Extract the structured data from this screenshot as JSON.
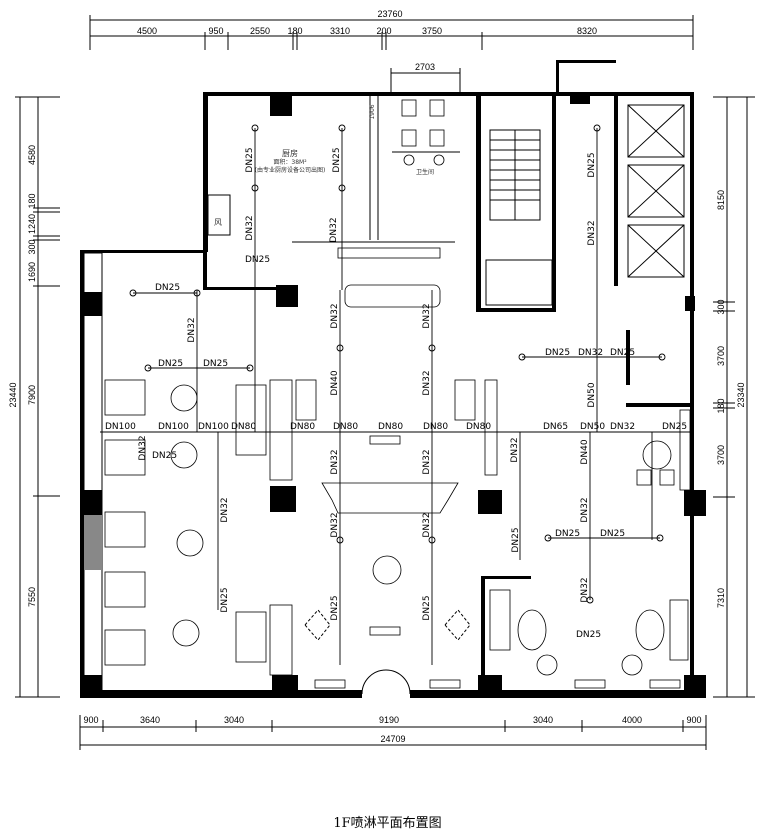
{
  "drawing": {
    "title": "1F喷淋平面布置图",
    "rooms": {
      "kitchen": "厨房",
      "kitchen_area": "面积：38M²",
      "kitchen_note": "(由专业厨房设备公司出图)",
      "restroom": "卫生间",
      "vent": "风"
    }
  },
  "dimensions": {
    "top_total": "23760",
    "top": [
      "4500",
      "950",
      "2550",
      "180",
      "3310",
      "200",
      "3750",
      "8320"
    ],
    "restroom_width": "2703",
    "restroom_small": "1906",
    "bottom_total": "24709",
    "bottom": [
      "900",
      "3640",
      "3040",
      "9190",
      "3040",
      "4000",
      "900"
    ],
    "left_total": "23440",
    "left": [
      "4580",
      "180",
      "1240",
      "300",
      "1690",
      "7900",
      "7550"
    ],
    "right_total": "23340",
    "right": [
      "8150",
      "300",
      "3700",
      "180",
      "3700",
      "7310"
    ]
  },
  "pipes": {
    "main": [
      "DN100",
      "DN100",
      "DN100",
      "DN80",
      "DN80",
      "DN80",
      "DN80",
      "DN80",
      "DN80",
      "DN65",
      "DN50",
      "DN32",
      "DN25"
    ],
    "horizontal": [
      "DN25",
      "DN25",
      "DN25",
      "DN25",
      "DN32",
      "DN25",
      "DN25",
      "DN25",
      "DN25",
      "DN25",
      "DN25"
    ],
    "vertical": [
      "DN25",
      "DN25",
      "DN32",
      "DN32",
      "DN32",
      "DN32",
      "DN32",
      "DN40",
      "DN32",
      "DN50",
      "DN25",
      "DN32",
      "DN32",
      "DN32",
      "DN32",
      "DN32",
      "DN25",
      "DN25",
      "DN25",
      "DN32",
      "DN25",
      "DN32",
      "DN40",
      "DN32",
      "DN32",
      "DN32"
    ]
  }
}
